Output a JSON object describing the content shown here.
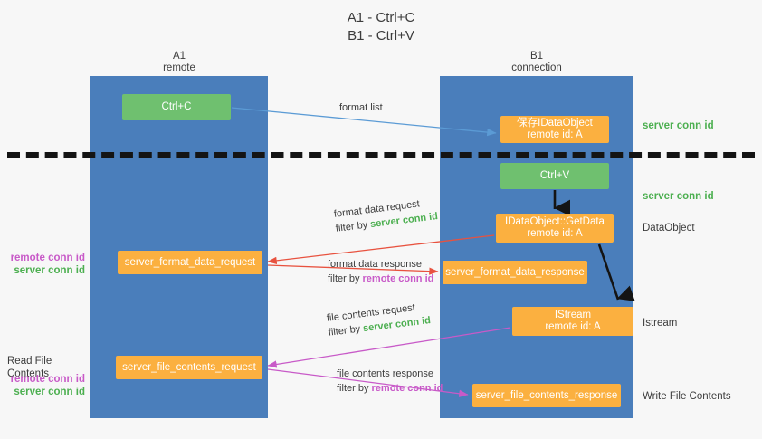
{
  "title": {
    "line1": "A1 - Ctrl+C",
    "line2": "B1 - Ctrl+V"
  },
  "lanes": [
    {
      "id": "a1",
      "name": "A1",
      "role": "remote",
      "color": "#4a7ebb"
    },
    {
      "id": "b1",
      "name": "B1",
      "role": "connection",
      "color": "#4a7ebb"
    }
  ],
  "colors": {
    "lane": "#4a7ebb",
    "green_box": "#6fc06f",
    "orange_box": "#fbb040",
    "green_text": "#4caf50",
    "purple_text": "#c85ac8",
    "blue_arrow": "#5b9bd5",
    "red_arrow": "#e8523f",
    "magenta_arrow": "#c85ac8",
    "black_arrow": "#141414",
    "background": "#f7f7f7"
  },
  "nodes": {
    "ctrl_c": {
      "label": "Ctrl+C",
      "sub": "",
      "style": "green"
    },
    "idataobject": {
      "label": "保存IDataObject",
      "sub": "remote id: A",
      "style": "orange"
    },
    "ctrl_v": {
      "label": "Ctrl+V",
      "sub": "",
      "style": "green"
    },
    "getdata": {
      "label": "IDataObject::GetData",
      "sub": "remote id: A",
      "style": "orange"
    },
    "server_format_data_request": {
      "label": "server_format_data_request",
      "sub": "",
      "style": "orange"
    },
    "server_format_data_response": {
      "label": "server_format_data_response",
      "sub": "",
      "style": "orange"
    },
    "istream": {
      "label": "IStream",
      "sub": "remote id: A",
      "style": "orange"
    },
    "server_file_contents_request": {
      "label": "server_file_contents_request",
      "sub": "",
      "style": "orange"
    },
    "server_file_contents_response": {
      "label": "server_file_contents_response",
      "sub": "",
      "style": "orange"
    }
  },
  "edge_labels": {
    "format_list": "format list",
    "format_data_request": "format data request",
    "format_data_request_filter_prefix": "filter by ",
    "format_data_request_filter_key": "server conn id",
    "format_data_response": "format data response",
    "format_data_response_filter_prefix": "filter by ",
    "format_data_response_filter_key": "remote conn id",
    "file_contents_request": "file contents request",
    "file_contents_request_filter_prefix": "filter by ",
    "file_contents_request_filter_key": "server conn id",
    "file_contents_response": "file contents response",
    "file_contents_response_filter_prefix": "filter by ",
    "file_contents_response_filter_key": "remote conn id"
  },
  "annotations": {
    "server_conn_id_top": "server conn id",
    "server_conn_id_mid": "server conn id",
    "dataobject": "DataObject",
    "istream": "Istream",
    "write_file_contents": "Write File Contents",
    "read_file_contents": "Read File Contents",
    "left_remote_conn_id_1": "remote conn id",
    "left_server_conn_id_1": "server conn id",
    "left_remote_conn_id_2": "remote conn id",
    "left_server_conn_id_2": "server conn id"
  }
}
